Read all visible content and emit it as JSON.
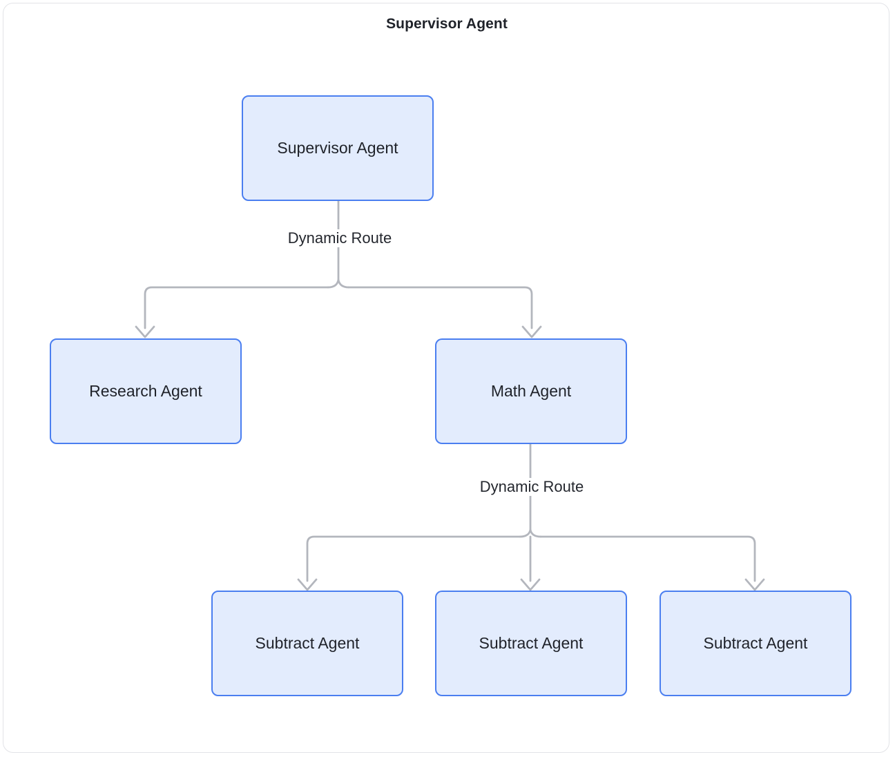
{
  "title": "Supervisor Agent",
  "colors": {
    "node_fill": "#e3ecfd",
    "node_border": "#4a7ef0",
    "edge_stroke": "#b3b6bd",
    "container_border": "#e2e3e7",
    "text": "#1f2229",
    "background": "#ffffff"
  },
  "graph": {
    "type": "flowchart",
    "direction": "top-down",
    "nodes": [
      {
        "id": "supervisor",
        "label": "Supervisor Agent",
        "level": 0
      },
      {
        "id": "research",
        "label": "Research Agent",
        "level": 1
      },
      {
        "id": "math",
        "label": "Math Agent",
        "level": 1
      },
      {
        "id": "subtract-1",
        "label": "Subtract Agent",
        "level": 2
      },
      {
        "id": "subtract-2",
        "label": "Subtract Agent",
        "level": 2
      },
      {
        "id": "subtract-3",
        "label": "Subtract Agent",
        "level": 2
      }
    ],
    "edges": [
      {
        "from": "supervisor",
        "to": "research",
        "label": "Dynamic Route"
      },
      {
        "from": "supervisor",
        "to": "math",
        "label": "Dynamic Route"
      },
      {
        "from": "math",
        "to": "subtract-1",
        "label": "Dynamic Route"
      },
      {
        "from": "math",
        "to": "subtract-2",
        "label": "Dynamic Route"
      },
      {
        "from": "math",
        "to": "subtract-3",
        "label": "Dynamic Route"
      }
    ],
    "edge_labels": [
      {
        "id": "route-top",
        "text": "Dynamic Route"
      },
      {
        "id": "route-bottom",
        "text": "Dynamic Route"
      }
    ]
  }
}
